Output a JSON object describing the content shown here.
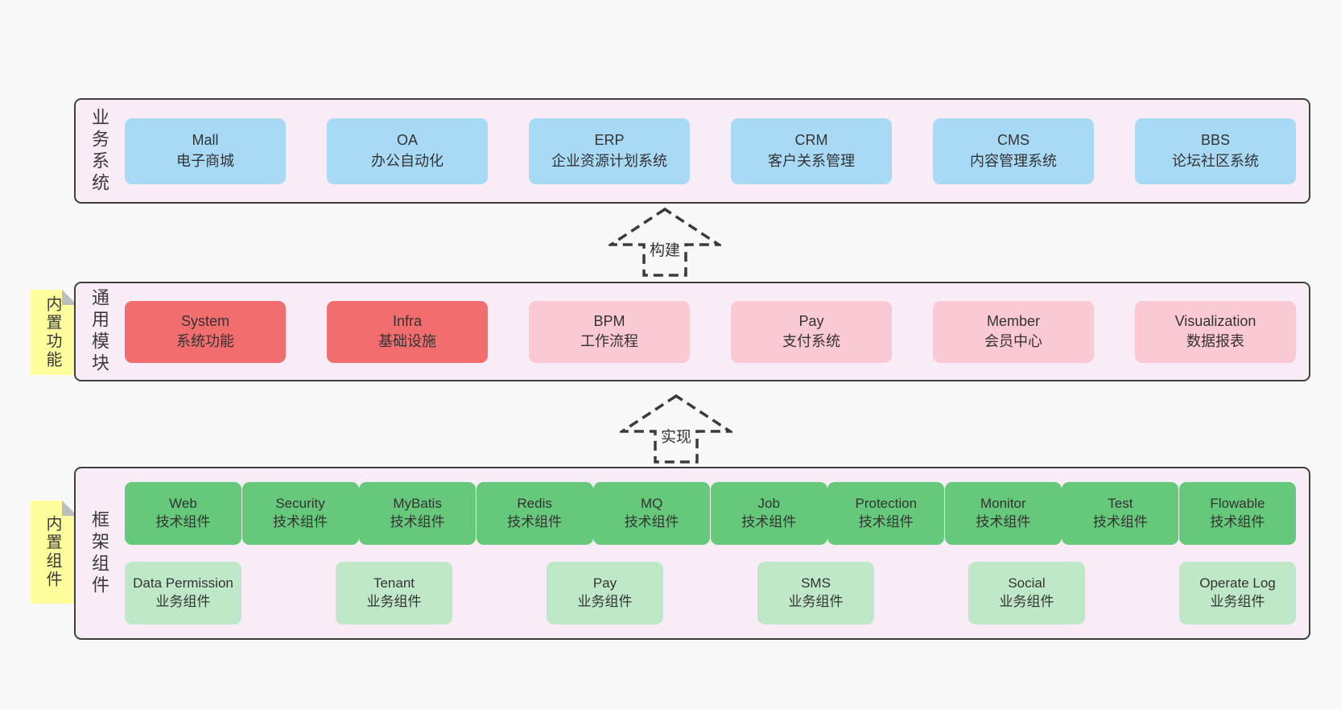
{
  "colors": {
    "page_bg": "#f9f8f9",
    "panel_bg": "#f8edf6",
    "panel_border": "#3f3f3f",
    "blue": "#a8daf6",
    "red": "#f26d6e",
    "pink": "#fbc9d3",
    "green": "#65c87b",
    "green_light": "#bfe8c8",
    "sticky_yellow": "#feff9c",
    "fold_gray": "#bdbdbd",
    "text": "#333333"
  },
  "arrows": {
    "build": "构建",
    "implement": "实现"
  },
  "layers": {
    "business": {
      "label": "业务系统",
      "boxes": [
        {
          "title": "Mall",
          "subtitle": "电子商城"
        },
        {
          "title": "OA",
          "subtitle": "办公自动化"
        },
        {
          "title": "ERP",
          "subtitle": "企业资源计划系统"
        },
        {
          "title": "CRM",
          "subtitle": "客户关系管理"
        },
        {
          "title": "CMS",
          "subtitle": "内容管理系统"
        },
        {
          "title": "BBS",
          "subtitle": "论坛社区系统"
        }
      ]
    },
    "modules": {
      "label": "通用模块",
      "sticky": "内置功能",
      "boxes": [
        {
          "title": "System",
          "subtitle": "系统功能"
        },
        {
          "title": "Infra",
          "subtitle": "基础设施"
        },
        {
          "title": "BPM",
          "subtitle": "工作流程"
        },
        {
          "title": "Pay",
          "subtitle": "支付系统"
        },
        {
          "title": "Member",
          "subtitle": "会员中心"
        },
        {
          "title": "Visualization",
          "subtitle": "数据报表"
        }
      ]
    },
    "components": {
      "label": "框架组件",
      "sticky": "内置组件",
      "row1": [
        {
          "title": "Web",
          "subtitle": "技术组件"
        },
        {
          "title": "Security",
          "subtitle": "技术组件"
        },
        {
          "title": "MyBatis",
          "subtitle": "技术组件"
        },
        {
          "title": "Redis",
          "subtitle": "技术组件"
        },
        {
          "title": "MQ",
          "subtitle": "技术组件"
        },
        {
          "title": "Job",
          "subtitle": "技术组件"
        },
        {
          "title": "Protection",
          "subtitle": "技术组件"
        },
        {
          "title": "Monitor",
          "subtitle": "技术组件"
        }
      ],
      "row2": [
        {
          "title": "Test",
          "subtitle": "技术组件"
        },
        {
          "title": "Flowable",
          "subtitle": "技术组件"
        },
        {
          "title": "Data Permission",
          "subtitle": "业务组件"
        },
        {
          "title": "Tenant",
          "subtitle": "业务组件"
        },
        {
          "title": "Pay",
          "subtitle": "业务组件"
        },
        {
          "title": "SMS",
          "subtitle": "业务组件"
        },
        {
          "title": "Social",
          "subtitle": "业务组件"
        },
        {
          "title": "Operate Log",
          "subtitle": "业务组件"
        }
      ]
    }
  }
}
